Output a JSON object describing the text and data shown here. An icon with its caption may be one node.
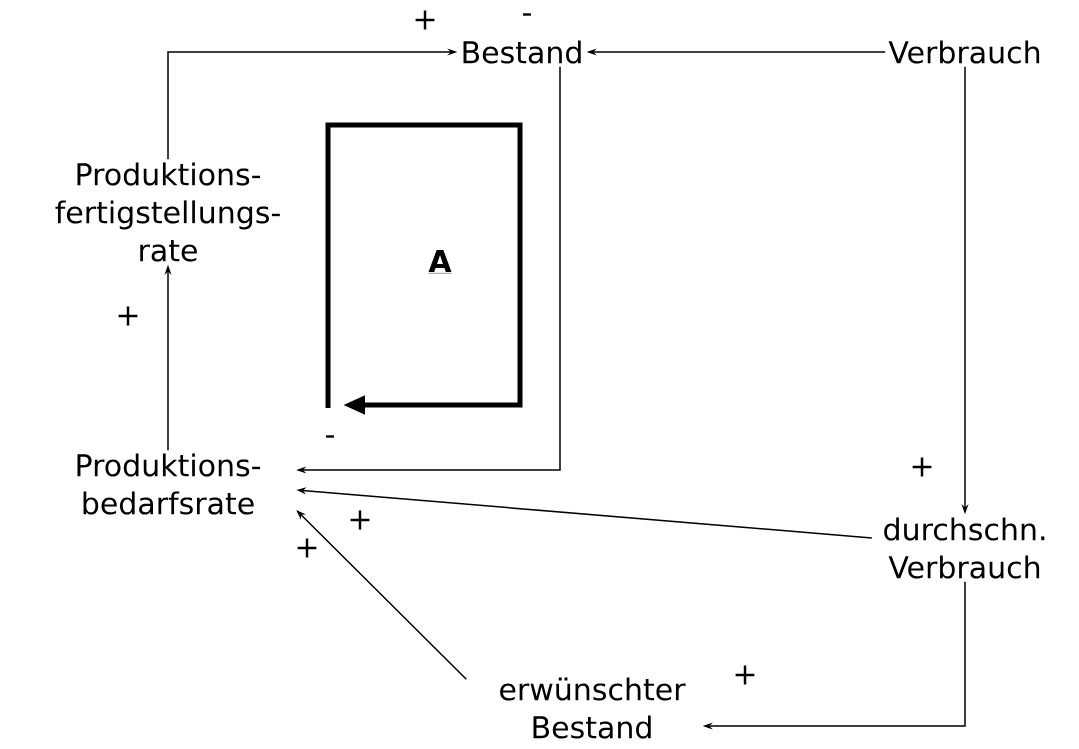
{
  "diagram": {
    "nodes": [
      {
        "text": [
          "Bestand"
        ]
      },
      {
        "text": [
          "Verbrauch"
        ]
      },
      {
        "text": [
          "Produktions- fertigstellungs- rate"
        ]
      },
      {
        "text": [
          "Produktions- bedarfsrate"
        ]
      },
      {
        "text": [
          "durchschn. Verbrauch"
        ]
      },
      {
        "text": [
          "erwünschter Bestand"
        ]
      }
    ],
    "edges": [
      {
        "from": 2,
        "to": 0,
        "arrow": "to",
        "label": "+"
      },
      {
        "from": 1,
        "to": 0,
        "arrow": "to",
        "label": "-"
      },
      {
        "from": 1,
        "to": 4,
        "arrow": "to",
        "label": "+"
      },
      {
        "from": 0,
        "to": 3,
        "arrow": "to",
        "label": "-"
      },
      {
        "from": 4,
        "to": 3,
        "arrow": "to",
        "label": "+"
      },
      {
        "from": 5,
        "to": 3,
        "arrow": "to",
        "label": "+"
      },
      {
        "from": 4,
        "to": 5,
        "arrow": "to",
        "label": "+"
      },
      {
        "from": 3,
        "to": 2,
        "arrow": "to",
        "label": "+"
      }
    ],
    "labels": [
      "A"
    ]
  }
}
